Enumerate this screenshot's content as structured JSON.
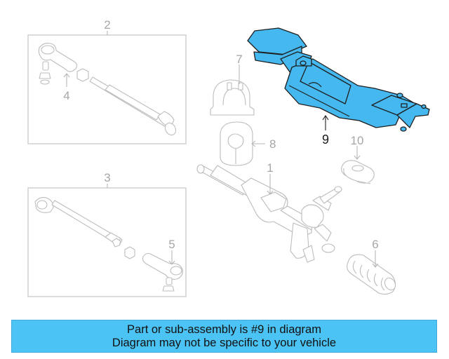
{
  "diagram": {
    "callouts": {
      "c1": "1",
      "c2": "2",
      "c3": "3",
      "c4": "4",
      "c5": "5",
      "c6": "6",
      "c7": "7",
      "c8": "8",
      "c9": "9",
      "c10": "10"
    },
    "highlight_part": "9",
    "highlight_color": "#45b8f0"
  },
  "banner": {
    "line1": "Part or sub-assembly is #9 in diagram",
    "line2": "Diagram may not be specific to your vehicle",
    "background": "#4cc3f5"
  }
}
